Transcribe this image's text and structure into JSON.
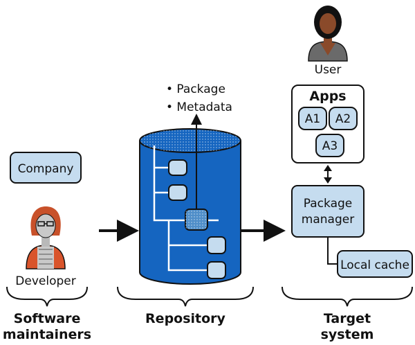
{
  "company": "Company",
  "developer": "Developer",
  "user": "User",
  "repo_outputs": [
    "• Package",
    "• Metadata"
  ],
  "apps": {
    "title": "Apps",
    "items": [
      "A1",
      "A2",
      "A3"
    ]
  },
  "package_manager": [
    "Package",
    "manager"
  ],
  "local_cache": "Local cache",
  "sections": {
    "software_maintainers": [
      "Software",
      "maintainers"
    ],
    "repository": "Repository",
    "target_system": [
      "Target",
      "system"
    ]
  },
  "colors": {
    "box_fill": "#c5dcef",
    "cylinder_blue": "#1565c0",
    "cylinder_dark": "#0d4f9a",
    "skin": "#8a4a2a",
    "dev_shirt": "#d9542b"
  }
}
